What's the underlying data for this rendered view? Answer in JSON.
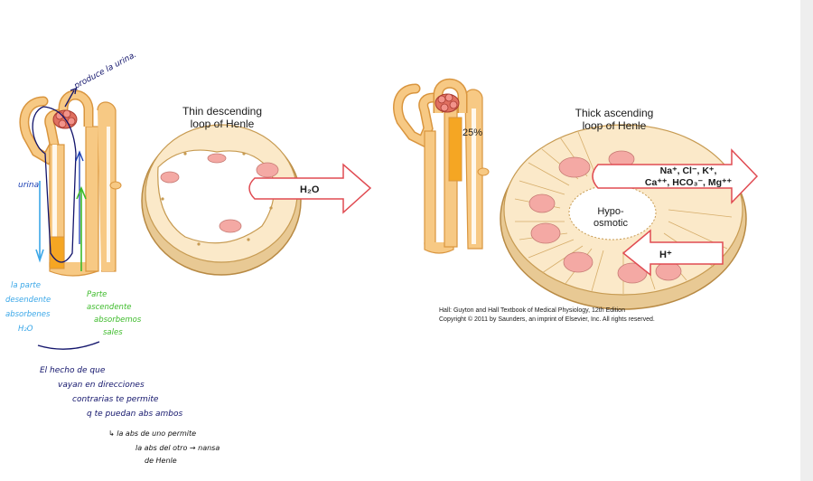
{
  "figure": {
    "thin_title_line1": "Thin descending",
    "thin_title_line2": "loop of Henle",
    "thin_arrow_label": "H₂O",
    "thick_title_line1": "Thick ascending",
    "thick_title_line2": "loop of Henle",
    "thick_percent": "25%",
    "thick_ions_line1": "Na⁺, Cl⁻, K⁺,",
    "thick_ions_line2": "Ca⁺⁺, HCO₃⁻, Mg⁺⁺",
    "thick_center_line1": "Hypo-",
    "thick_center_line2": "osmotic",
    "thick_h_label": "H⁺",
    "credit_line1": "Hall: Guyton and Hall Textbook of Medical Physiology, 12th Edition",
    "credit_line2": "Copyright © 2011 by Saunders, an imprint of Elsevier, Inc. All rights reserved."
  },
  "annotations": {
    "produce": "produce la urina.",
    "urina": "urina",
    "left_note": [
      "la parte",
      "desendente",
      "absorbenes",
      "H₂O"
    ],
    "right_note": [
      "Parte",
      "ascendente",
      "absorbemos",
      "sales"
    ],
    "bottom_note": [
      "El hecho de que",
      "vayan en direcciones",
      "contrarias te permite",
      "q te puedan abs ambos"
    ],
    "footnote": [
      "↳ la abs de uno permite",
      "la abs del otro → nansa",
      "de Henle"
    ]
  },
  "colors": {
    "tubule": "#f7c984",
    "tubule_stroke": "#d9953e",
    "lumen": "#fff8ec",
    "nucleus": "#f4a9a4",
    "arrow_fill": "#ffffff",
    "arrow_stroke": "#e04b52",
    "ink_blue": "#1b3fb3",
    "ink_navy": "#12146b",
    "ink_green": "#3dbb2a",
    "ink_cyan": "#3aa7e8",
    "highlight": "#f5a623"
  }
}
